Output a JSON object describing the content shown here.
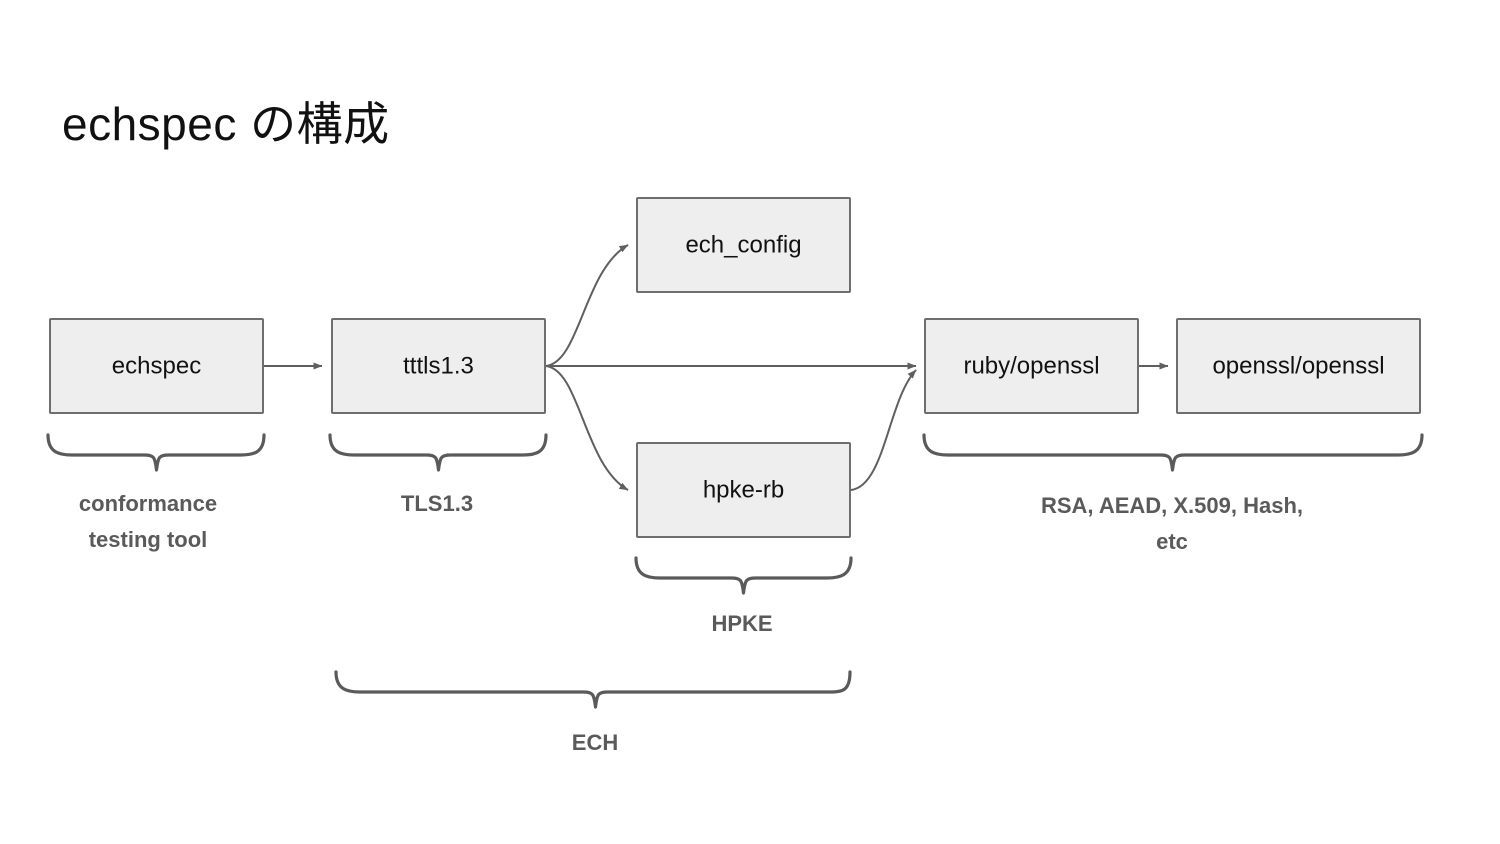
{
  "slide": {
    "title": "echspec の構成",
    "background_color": "#ffffff"
  },
  "theme": {
    "node_fill": "#eeeeee",
    "node_stroke": "#6e6e6e",
    "node_text": "#111111",
    "edge_stroke": "#5f5f5f",
    "brace_stroke": "#5a5a5a",
    "brace_text": "#5a5a5a"
  },
  "diagram": {
    "nodes": [
      {
        "id": "echspec",
        "label": "echspec"
      },
      {
        "id": "tttls13",
        "label": "tttls1.3"
      },
      {
        "id": "ech_config",
        "label": "ech_config"
      },
      {
        "id": "hpke_rb",
        "label": "hpke-rb"
      },
      {
        "id": "ruby_openssl",
        "label": "ruby/openssl"
      },
      {
        "id": "openssl_openssl",
        "label": "openssl/openssl"
      }
    ],
    "edges": [
      {
        "from": "echspec",
        "to": "tttls13"
      },
      {
        "from": "tttls13",
        "to": "ech_config"
      },
      {
        "from": "tttls13",
        "to": "hpke_rb"
      },
      {
        "from": "tttls13",
        "to": "ruby_openssl"
      },
      {
        "from": "hpke_rb",
        "to": "ruby_openssl"
      },
      {
        "from": "ruby_openssl",
        "to": "openssl_openssl"
      }
    ],
    "braces": [
      {
        "id": "brace-conformance",
        "label_line1": "conformance",
        "label_line2": "testing tool",
        "covers": [
          "echspec"
        ]
      },
      {
        "id": "brace-tls13",
        "label_line1": "TLS1.3",
        "label_line2": "",
        "covers": [
          "tttls13"
        ]
      },
      {
        "id": "brace-hpke",
        "label_line1": "HPKE",
        "label_line2": "",
        "covers": [
          "hpke_rb"
        ]
      },
      {
        "id": "brace-crypto",
        "label_line1": "RSA, AEAD, X.509, Hash,",
        "label_line2": "etc",
        "covers": [
          "ruby_openssl",
          "openssl_openssl"
        ]
      },
      {
        "id": "brace-ech",
        "label_line1": "ECH",
        "label_line2": "",
        "covers": [
          "tttls13",
          "ech_config",
          "hpke_rb"
        ]
      }
    ]
  }
}
